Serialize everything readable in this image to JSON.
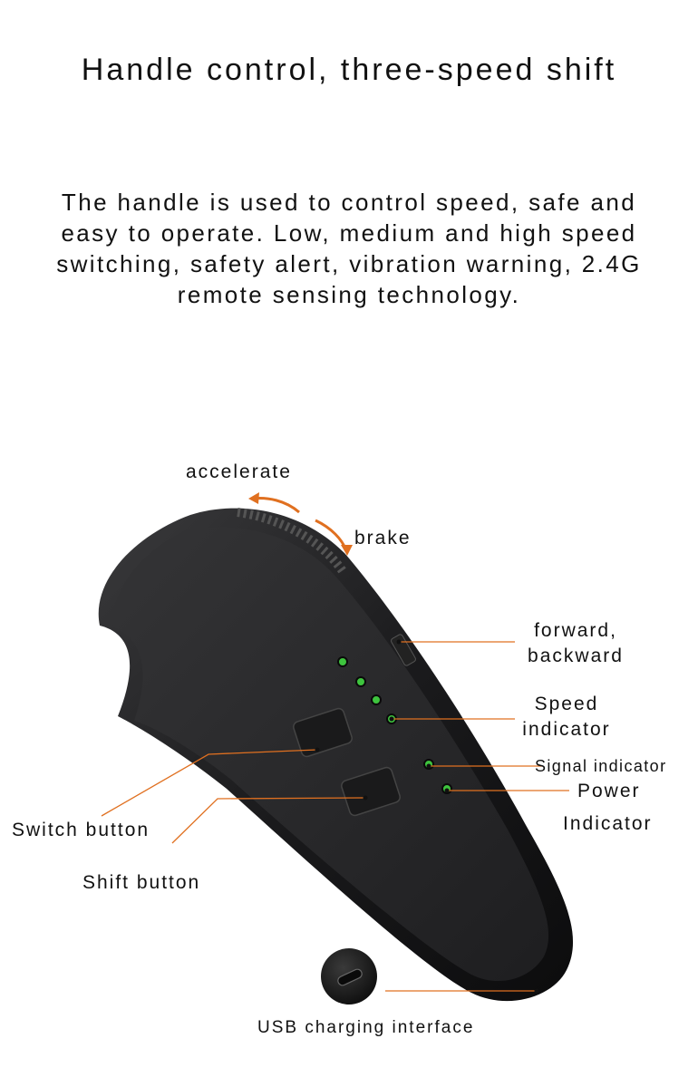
{
  "title": "Handle control, three-speed shift",
  "description": "The handle is used to control speed, safe and easy to operate. Low, medium and high speed switching, safety alert, vibration warning, 2.4G remote sensing technology.",
  "labels": {
    "accelerate": "accelerate",
    "brake": "brake",
    "forward_backward_line1": "forward,",
    "forward_backward_line2": "backward",
    "speed_indicator_line1": "Speed",
    "speed_indicator_line2": "indicator",
    "signal_indicator": "Signal indicator",
    "power": "Power",
    "indicator": "Indicator",
    "switch_button": "Switch button",
    "shift_button": "Shift button",
    "usb_charging": "USB charging interface"
  },
  "colors": {
    "accent": "#e07020",
    "device_body": "#1c1c1e",
    "device_face": "#2a2a2c",
    "led": "#3ec43e"
  },
  "icons": [
    "remote-handle-device",
    "usb-port-icon",
    "accelerate-arrow-icon",
    "brake-arrow-icon"
  ]
}
